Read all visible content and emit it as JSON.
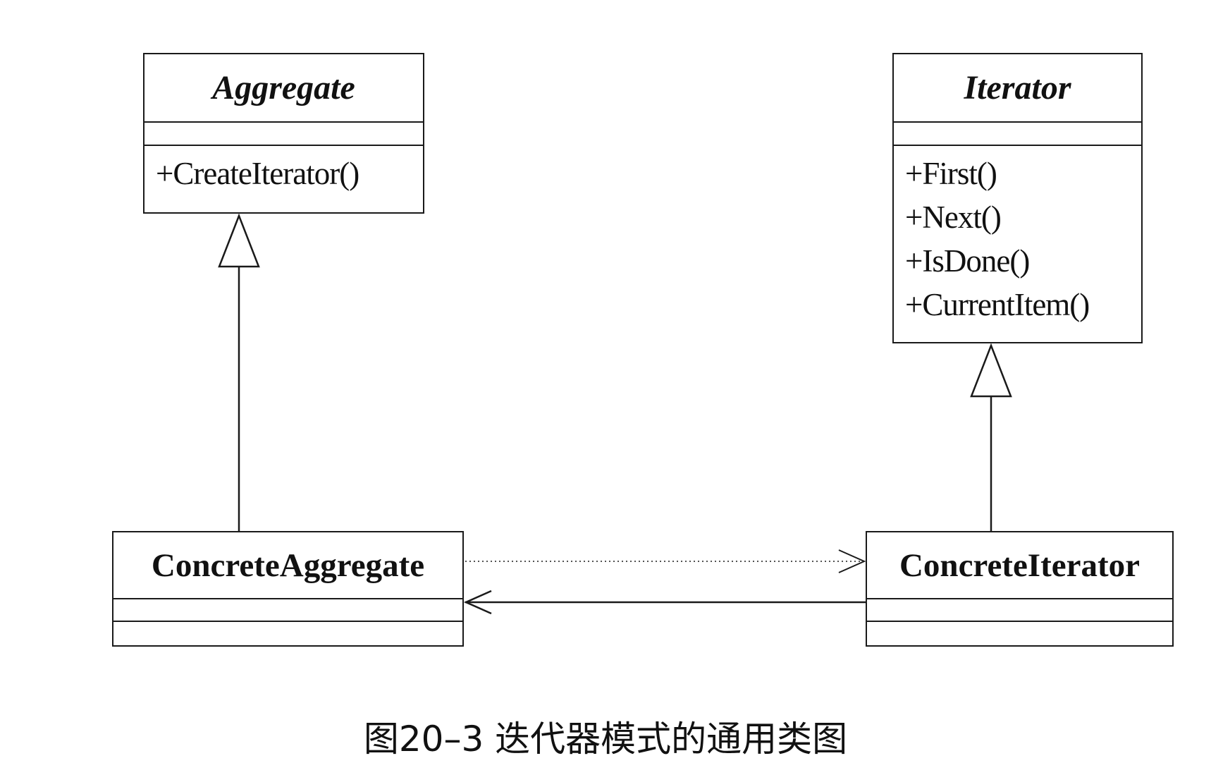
{
  "diagram": {
    "classes": {
      "aggregate": {
        "name": "Aggregate",
        "operations": [
          "+CreateIterator()"
        ]
      },
      "iterator": {
        "name": "Iterator",
        "operations": [
          "+First()",
          "+Next()",
          "+IsDone()",
          "+CurrentItem()"
        ]
      },
      "concrete_aggregate": {
        "name": "ConcreteAggregate",
        "operations": []
      },
      "concrete_iterator": {
        "name": "ConcreteIterator",
        "operations": []
      }
    },
    "caption": "图20–3 迭代器模式的通用类图",
    "colors": {
      "line": "#1a1a1a",
      "text": "#111111",
      "background": "#ffffff"
    }
  }
}
